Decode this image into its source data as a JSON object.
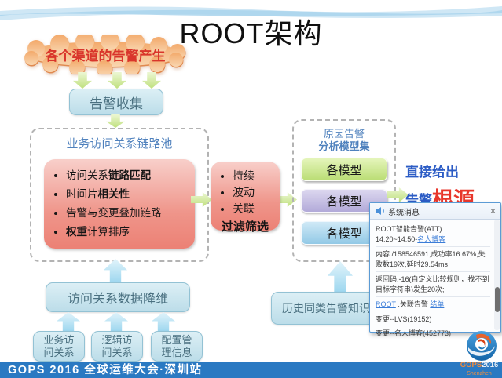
{
  "title": "ROOT架构",
  "cloud": {
    "label": "各个渠道的告警产生"
  },
  "collect_box": {
    "label": "告警收集"
  },
  "pool": {
    "title": "业务访问关系链路池",
    "items": [
      {
        "pre": "访问关系",
        "bold": "链路匹配",
        "post": ""
      },
      {
        "pre": "时间片",
        "bold": "相关性",
        "post": ""
      },
      {
        "pre": "告警与变更叠加链路",
        "bold": "",
        "post": ""
      },
      {
        "pre": "",
        "bold": "权重",
        "post": "计算排序"
      }
    ]
  },
  "filter": {
    "items": [
      "持续",
      "波动",
      "关联"
    ],
    "bold_label": "过滤筛选"
  },
  "models": {
    "title_line1": "原因告警",
    "title_line2": "分析模型集",
    "boxes": [
      {
        "label": "各模型",
        "color": "#c9e489"
      },
      {
        "label": "各模型",
        "color": "#beb6e0"
      },
      {
        "label": "各模型",
        "color": "#9fd0e9"
      }
    ]
  },
  "result": {
    "line1": "直接给出",
    "line2_blue": "告警",
    "line2_red": "根源"
  },
  "history_box": {
    "label": "历史同类告警知识库"
  },
  "reduce_box": {
    "label": "访问关系数据降维"
  },
  "source_boxes": [
    {
      "line1": "业务访",
      "line2": "问关系"
    },
    {
      "line1": "逻辑访",
      "line2": "问关系"
    },
    {
      "line1": "配置管",
      "line2": "理信息"
    }
  ],
  "popup": {
    "header": "系统消息",
    "close": "×",
    "line1": "ROOT智能告警(ATT)",
    "line2_time": "14:20~14:50-",
    "line2_link": "名人博客",
    "line3": "内容:/158546591,成功率16.67%,失败数19次,延时29.54ms",
    "line4": "返回码:-16(自定义比较规则，找不到目标字符串)发生20次;",
    "line5_link1": "ROOT",
    "line5_mid": " :关联告警 ",
    "line5_link2": "结单",
    "line6": "变更--LVS(19152)",
    "line7": "变更--名人博客(452773)"
  },
  "footer": {
    "left": "GOPS 2016 全球运维大会·深圳站",
    "logo_top_orange": "GOPS",
    "logo_top_rest": "2016",
    "logo_bottom": "Shenzhen"
  },
  "colors": {
    "footer_bar": "#2a79c2",
    "panel_title_blue": "#4f81bd",
    "result_blue": "#2c5cc5",
    "result_red": "#e8372c",
    "pink_box": "#ee8275",
    "green_arrow": "#bfe07e",
    "blue_arrow": "#9ed7ef",
    "light_blue_box": "#cbe5ef",
    "link_blue": "#3b7dd8"
  }
}
